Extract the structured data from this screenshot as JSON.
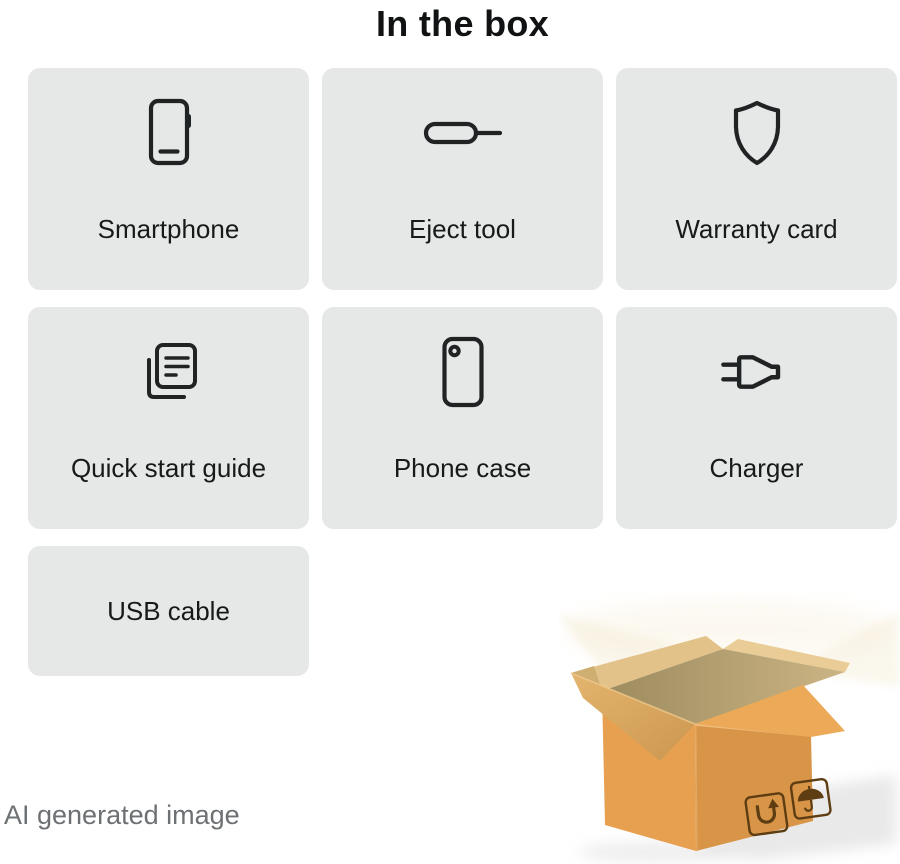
{
  "page": {
    "title": "In the box",
    "footer_note": "AI generated image"
  },
  "cards": [
    {
      "label": "Smartphone",
      "icon": "smartphone-icon"
    },
    {
      "label": "Eject tool",
      "icon": "eject-tool-icon"
    },
    {
      "label": "Warranty card",
      "icon": "shield-icon"
    },
    {
      "label": "Quick start guide",
      "icon": "guide-booklet-icon"
    },
    {
      "label": "Phone case",
      "icon": "phone-case-icon"
    },
    {
      "label": "Charger",
      "icon": "charger-plug-icon"
    },
    {
      "label": "USB cable",
      "icon": null
    }
  ],
  "illustration": {
    "name": "open-cardboard-box",
    "stamps": [
      "u-arrow-stamp",
      "umbrella-keep-dry-stamp"
    ]
  },
  "colors": {
    "card_bg": "#e5e8e7",
    "title_text": "#101213",
    "label_text": "#17191a",
    "footer_text": "#6d7173",
    "icon_stroke": "#202324",
    "box_face_left": "#e6a050",
    "box_face_right": "#d89547",
    "box_back_flap": "#e3c28a",
    "box_interior_dark": "#9d8b5e",
    "box_interior_light": "#cbb484",
    "stamp_brown": "#5e3d12"
  }
}
